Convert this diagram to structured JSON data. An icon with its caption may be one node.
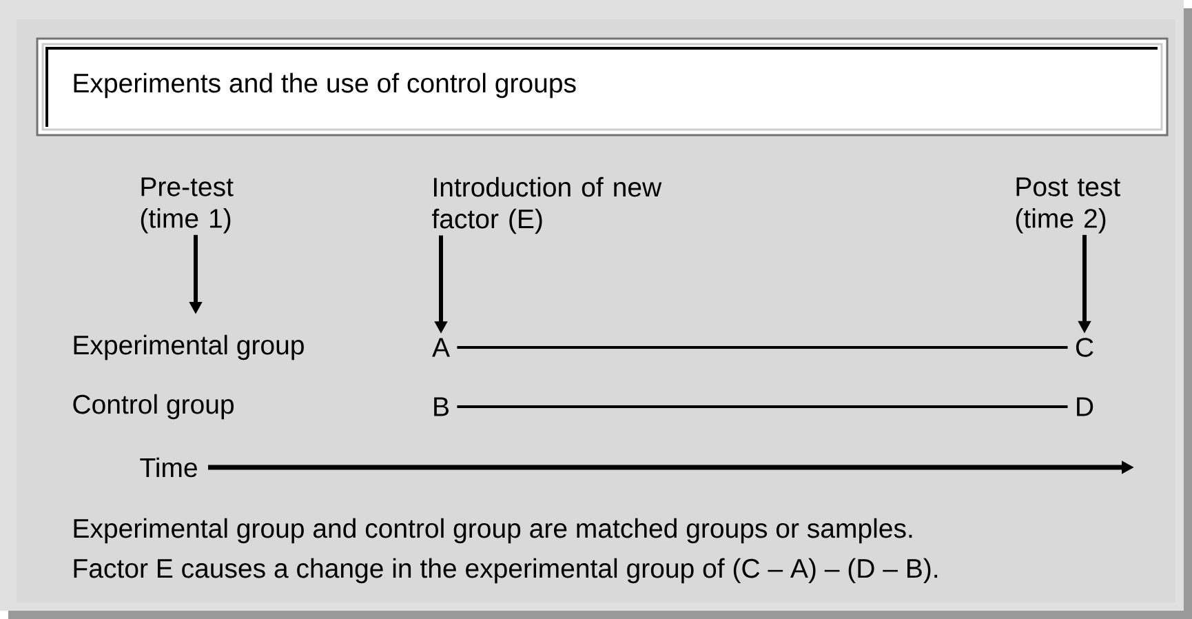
{
  "diagram": {
    "title": "Experiments and the use of control groups",
    "nodes": [
      {
        "text": [
          "Pre-test (time 1)"
        ]
      },
      {
        "text": [
          "Introduction of new factor (E)"
        ]
      },
      {
        "text": [
          "Post test (time 2)"
        ]
      },
      {
        "text": [
          "A"
        ]
      },
      {
        "text": [
          "C"
        ]
      },
      {
        "text": [
          "B"
        ]
      },
      {
        "text": [
          "D"
        ]
      },
      {
        "text": [
          "Time"
        ]
      }
    ],
    "edges": [
      {
        "from": 0,
        "to": null,
        "arrow": "to"
      },
      {
        "from": 1,
        "to": 3,
        "arrow": "to"
      },
      {
        "from": 2,
        "to": 4,
        "arrow": "to"
      },
      {
        "from": 3,
        "to": 4,
        "arrow": "none"
      },
      {
        "from": 5,
        "to": 6,
        "arrow": "none"
      },
      {
        "from": 7,
        "to": null,
        "arrow": "to"
      }
    ],
    "labels": [
      "Experimental group",
      "Control group",
      "Experimental group and control group are matched groups or samples.",
      "Factor E causes a change in the experimental group of (C – A) – (D – B)."
    ]
  }
}
